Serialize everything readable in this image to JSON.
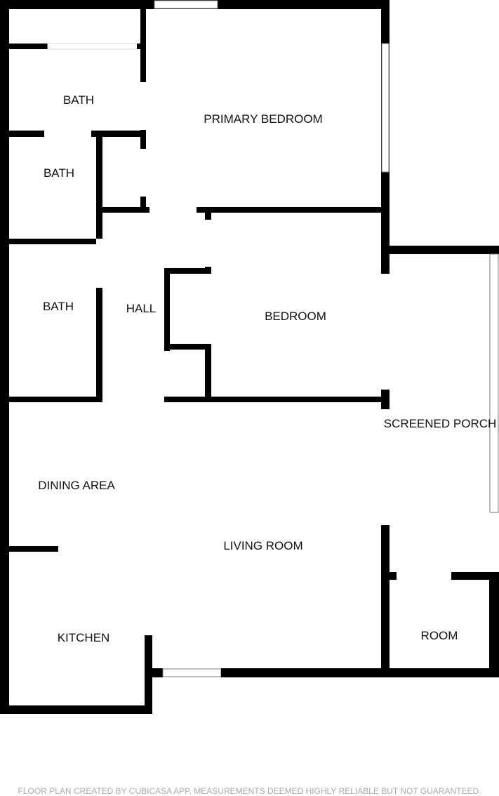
{
  "rooms": {
    "bath1": "BATH",
    "bath2": "BATH",
    "bath3": "BATH",
    "primary_bedroom": "PRIMARY BEDROOM",
    "hall": "HALL",
    "bedroom": "BEDROOM",
    "screened_porch": "SCREENED PORCH",
    "dining_area": "DINING AREA",
    "living_room": "LIVING ROOM",
    "kitchen": "KITCHEN",
    "room": "ROOM"
  },
  "footer": "FLOOR PLAN CREATED BY CUBICASA APP. MEASUREMENTS DEEMED HIGHLY RELIABLE BUT NOT GUARANTEED."
}
